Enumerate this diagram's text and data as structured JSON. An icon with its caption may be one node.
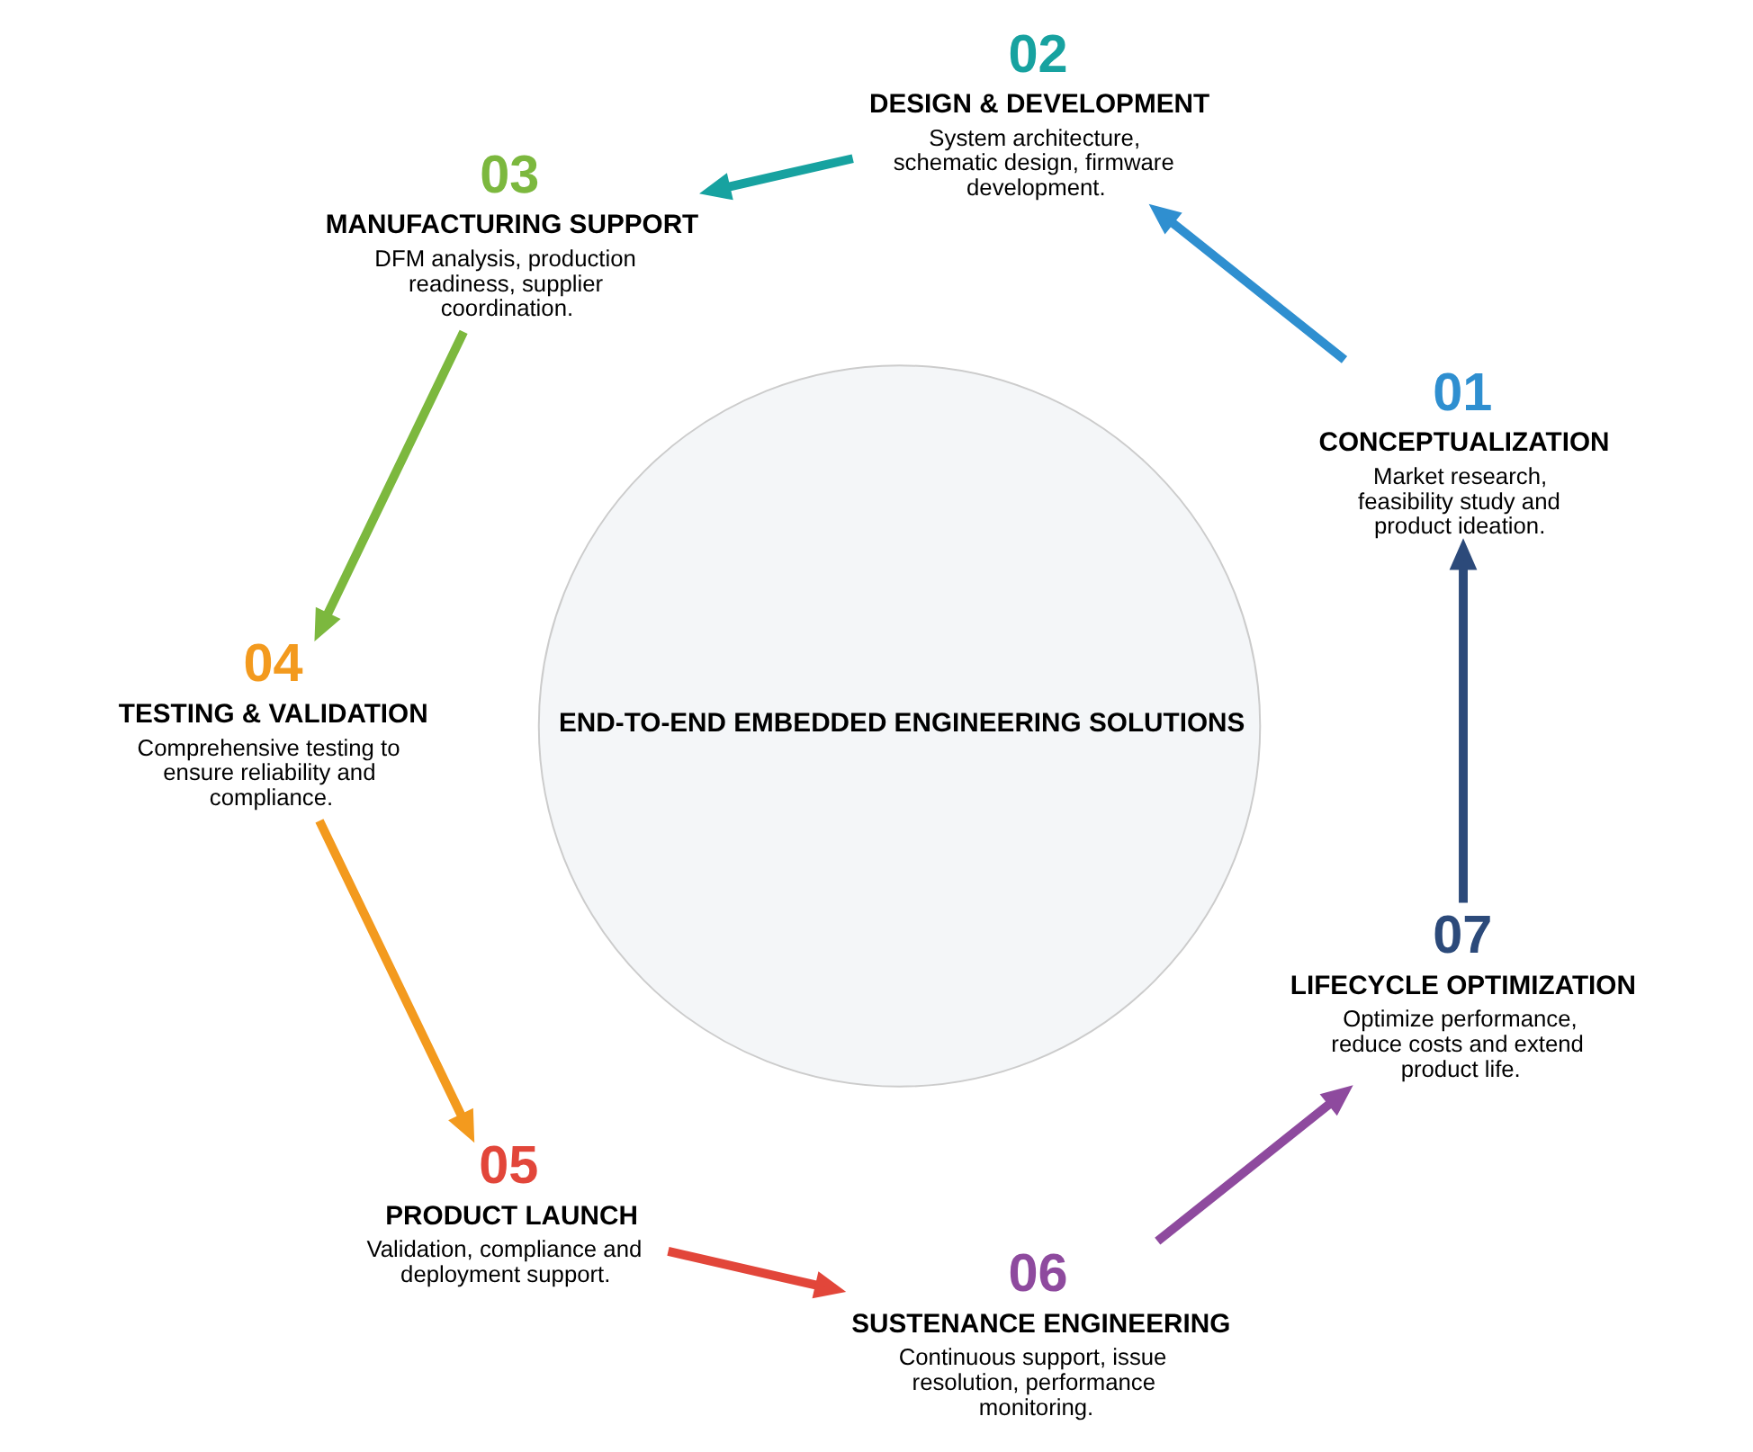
{
  "diagram": {
    "nodes": [
      {
        "text": [
          "END-TO-END EMBEDDED ENGINEERING SOLUTIONS"
        ]
      },
      {
        "text": [
          "01",
          "CONCEPTUALIZATION",
          "Market research, feasibility study and product ideation."
        ]
      },
      {
        "text": [
          "02",
          "DESIGN & DEVELOPMENT",
          "System architecture, schematic design, firmware development."
        ]
      },
      {
        "text": [
          "03",
          "MANUFACTURING SUPPORT",
          "DFM analysis, production readiness, supplier coordination."
        ]
      },
      {
        "text": [
          "04",
          "TESTING & VALIDATION",
          "Comprehensive testing to ensure reliability and compliance."
        ]
      },
      {
        "text": [
          "05",
          "PRODUCT LAUNCH",
          "Validation, compliance and deployment support."
        ]
      },
      {
        "text": [
          "06",
          "SUSTENANCE ENGINEERING",
          "Continuous support, issue resolution, performance monitoring."
        ]
      },
      {
        "text": [
          "07",
          "LIFECYCLE OPTIMIZATION",
          "Optimize performance, reduce costs and extend product life."
        ]
      }
    ],
    "edges": [
      {
        "from": 1,
        "to": 2,
        "arrow": "to",
        "color": "#2f8fd0"
      },
      {
        "from": 2,
        "to": 3,
        "arrow": "to",
        "color": "#17a2a0"
      },
      {
        "from": 3,
        "to": 4,
        "arrow": "to",
        "color": "#7cb83e"
      },
      {
        "from": 4,
        "to": 5,
        "arrow": "to",
        "color": "#f39a1e"
      },
      {
        "from": 5,
        "to": 6,
        "arrow": "to",
        "color": "#e2463a"
      },
      {
        "from": 6,
        "to": 7,
        "arrow": "to",
        "color": "#8e4a9e"
      },
      {
        "from": 7,
        "to": 1,
        "arrow": "to",
        "color": "#2c4a7a"
      }
    ]
  }
}
